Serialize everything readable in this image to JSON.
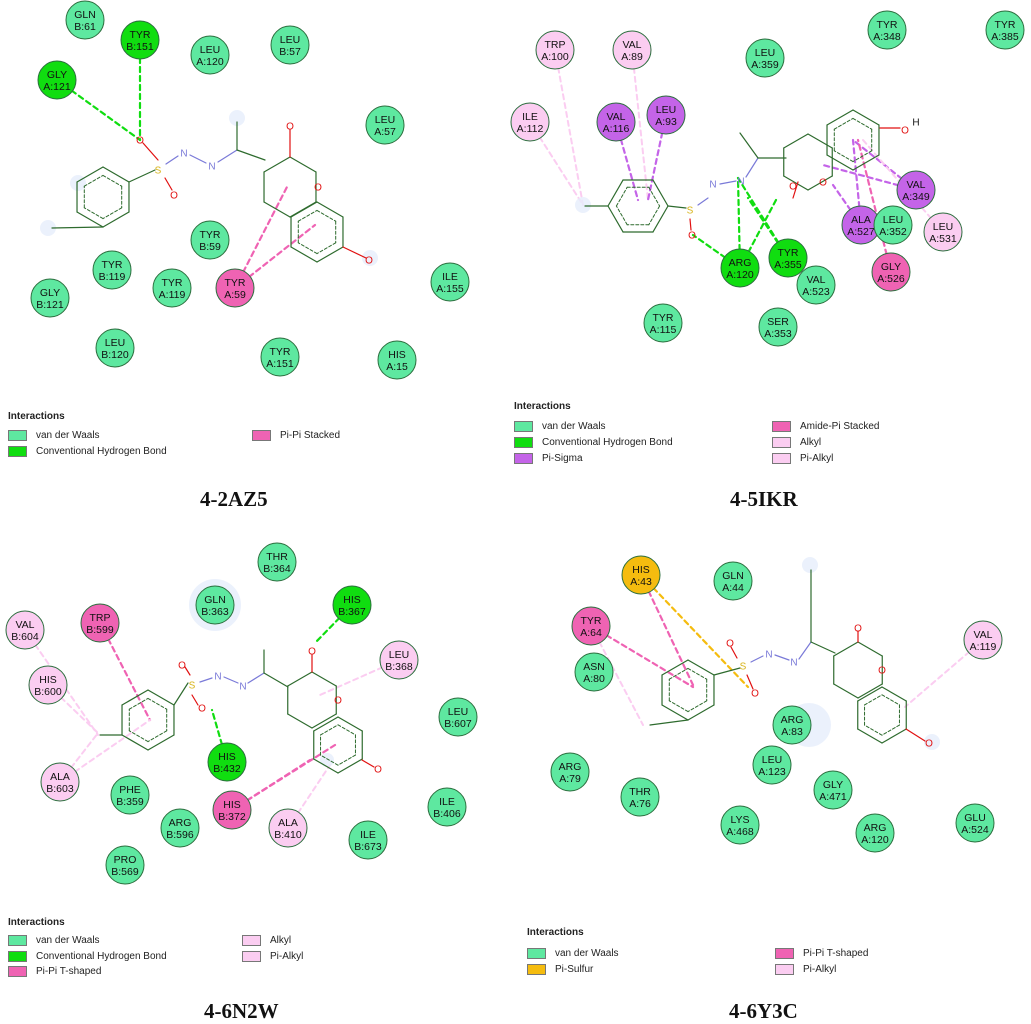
{
  "colors": {
    "vdw": "#5ee8a0",
    "hbond": "#10dd10",
    "pipi_stacked": "#ef63b3",
    "amide_pi": "#ef63b3",
    "pi_sigma": "#c464e8",
    "alkyl": "#fbcdf1",
    "pi_alkyl": "#fbcdf1",
    "pi_sulfur": "#f5bc0f",
    "pi_t": "#ef63b3",
    "bond": "#2e6b2e",
    "sulfur": "#d8b41a",
    "oxygen": "#e11010",
    "nitrogen": "#7a7ad8"
  },
  "panels": [
    {
      "id": "2az5",
      "caption": "4-2AZ5",
      "legend_title": "Interactions",
      "legend": [
        {
          "label": "van der Waals",
          "type": "vdw"
        },
        {
          "label": "Conventional Hydrogen Bond",
          "type": "hbond"
        },
        {
          "label": "Pi-Pi Stacked",
          "type": "pipi_stacked"
        }
      ],
      "residues": [
        {
          "l1": "GLN",
          "l2": "B:61",
          "type": "vdw"
        },
        {
          "l1": "TYR",
          "l2": "B:151",
          "type": "hbond"
        },
        {
          "l1": "GLY",
          "l2": "A:121",
          "type": "hbond"
        },
        {
          "l1": "LEU",
          "l2": "A:120",
          "type": "vdw"
        },
        {
          "l1": "LEU",
          "l2": "B:57",
          "type": "vdw"
        },
        {
          "l1": "LEU",
          "l2": "A:57",
          "type": "vdw"
        },
        {
          "l1": "TYR",
          "l2": "B:59",
          "type": "vdw"
        },
        {
          "l1": "TYR",
          "l2": "B:119",
          "type": "vdw"
        },
        {
          "l1": "TYR",
          "l2": "A:119",
          "type": "vdw"
        },
        {
          "l1": "TYR",
          "l2": "A:59",
          "type": "pipi_stacked"
        },
        {
          "l1": "GLY",
          "l2": "B:121",
          "type": "vdw"
        },
        {
          "l1": "ILE",
          "l2": "A:155",
          "type": "vdw"
        },
        {
          "l1": "LEU",
          "l2": "B:120",
          "type": "vdw"
        },
        {
          "l1": "TYR",
          "l2": "A:151",
          "type": "vdw"
        },
        {
          "l1": "HIS",
          "l2": "A:15",
          "type": "vdw"
        }
      ]
    },
    {
      "id": "5ikr",
      "caption": "4-5IKR",
      "legend_title": "Interactions",
      "legend": [
        {
          "label": "van der Waals",
          "type": "vdw"
        },
        {
          "label": "Conventional Hydrogen Bond",
          "type": "hbond"
        },
        {
          "label": "Pi-Sigma",
          "type": "pi_sigma"
        },
        {
          "label": "Amide-Pi Stacked",
          "type": "amide_pi"
        },
        {
          "label": "Alkyl",
          "type": "alkyl"
        },
        {
          "label": "Pi-Alkyl",
          "type": "pi_alkyl"
        }
      ],
      "residues": [
        {
          "l1": "TRP",
          "l2": "A:100",
          "type": "alkyl"
        },
        {
          "l1": "VAL",
          "l2": "A:89",
          "type": "alkyl"
        },
        {
          "l1": "LEU",
          "l2": "A:359",
          "type": "vdw"
        },
        {
          "l1": "TYR",
          "l2": "A:348",
          "type": "vdw"
        },
        {
          "l1": "TYR",
          "l2": "A:385",
          "type": "vdw"
        },
        {
          "l1": "ILE",
          "l2": "A:112",
          "type": "alkyl"
        },
        {
          "l1": "VAL",
          "l2": "A:116",
          "type": "pi_sigma"
        },
        {
          "l1": "LEU",
          "l2": "A:93",
          "type": "pi_sigma"
        },
        {
          "l1": "VAL",
          "l2": "A:349",
          "type": "pi_sigma"
        },
        {
          "l1": "ALA",
          "l2": "A:527",
          "type": "pi_sigma"
        },
        {
          "l1": "LEU",
          "l2": "A:352",
          "type": "vdw"
        },
        {
          "l1": "LEU",
          "l2": "A:531",
          "type": "alkyl"
        },
        {
          "l1": "ARG",
          "l2": "A:120",
          "type": "hbond"
        },
        {
          "l1": "TYR",
          "l2": "A:355",
          "type": "hbond"
        },
        {
          "l1": "VAL",
          "l2": "A:523",
          "type": "vdw"
        },
        {
          "l1": "GLY",
          "l2": "A:526",
          "type": "amide_pi"
        },
        {
          "l1": "TYR",
          "l2": "A:115",
          "type": "vdw"
        },
        {
          "l1": "SER",
          "l2": "A:353",
          "type": "vdw"
        }
      ]
    },
    {
      "id": "6n2w",
      "caption": "4-6N2W",
      "legend_title": "Interactions",
      "legend": [
        {
          "label": "van der Waals",
          "type": "vdw"
        },
        {
          "label": "Conventional Hydrogen Bond",
          "type": "hbond"
        },
        {
          "label": "Pi-Pi T-shaped",
          "type": "pi_t"
        },
        {
          "label": "Alkyl",
          "type": "alkyl"
        },
        {
          "label": "Pi-Alkyl",
          "type": "pi_alkyl"
        }
      ],
      "residues": [
        {
          "l1": "THR",
          "l2": "B:364",
          "type": "vdw"
        },
        {
          "l1": "GLN",
          "l2": "B:363",
          "type": "vdw"
        },
        {
          "l1": "HIS",
          "l2": "B:367",
          "type": "hbond"
        },
        {
          "l1": "VAL",
          "l2": "B:604",
          "type": "alkyl"
        },
        {
          "l1": "TRP",
          "l2": "B:599",
          "type": "pi_t"
        },
        {
          "l1": "LEU",
          "l2": "B:368",
          "type": "alkyl"
        },
        {
          "l1": "HIS",
          "l2": "B:600",
          "type": "alkyl"
        },
        {
          "l1": "LEU",
          "l2": "B:607",
          "type": "vdw"
        },
        {
          "l1": "HIS",
          "l2": "B:432",
          "type": "hbond"
        },
        {
          "l1": "ALA",
          "l2": "B:603",
          "type": "alkyl"
        },
        {
          "l1": "PHE",
          "l2": "B:359",
          "type": "vdw"
        },
        {
          "l1": "HIS",
          "l2": "B:372",
          "type": "pi_t"
        },
        {
          "l1": "ILE",
          "l2": "B:406",
          "type": "vdw"
        },
        {
          "l1": "ARG",
          "l2": "B:596",
          "type": "vdw"
        },
        {
          "l1": "ALA",
          "l2": "B:410",
          "type": "alkyl"
        },
        {
          "l1": "ILE",
          "l2": "B:673",
          "type": "vdw"
        },
        {
          "l1": "PRO",
          "l2": "B:569",
          "type": "vdw"
        }
      ]
    },
    {
      "id": "6y3c",
      "caption": "4-6Y3C",
      "legend_title": "Interactions",
      "legend": [
        {
          "label": "van der Waals",
          "type": "vdw"
        },
        {
          "label": "Pi-Sulfur",
          "type": "pi_sulfur"
        },
        {
          "label": "Pi-Pi T-shaped",
          "type": "pi_t"
        },
        {
          "label": "Pi-Alkyl",
          "type": "pi_alkyl"
        }
      ],
      "residues": [
        {
          "l1": "HIS",
          "l2": "A:43",
          "type": "pi_sulfur"
        },
        {
          "l1": "GLN",
          "l2": "A:44",
          "type": "vdw"
        },
        {
          "l1": "TYR",
          "l2": "A:64",
          "type": "pi_t"
        },
        {
          "l1": "VAL",
          "l2": "A:119",
          "type": "pi_alkyl"
        },
        {
          "l1": "ASN",
          "l2": "A:80",
          "type": "vdw"
        },
        {
          "l1": "ARG",
          "l2": "A:83",
          "type": "vdw"
        },
        {
          "l1": "ARG",
          "l2": "A:79",
          "type": "vdw"
        },
        {
          "l1": "LEU",
          "l2": "A:123",
          "type": "vdw"
        },
        {
          "l1": "THR",
          "l2": "A:76",
          "type": "vdw"
        },
        {
          "l1": "GLY",
          "l2": "A:471",
          "type": "vdw"
        },
        {
          "l1": "LYS",
          "l2": "A:468",
          "type": "vdw"
        },
        {
          "l1": "ARG",
          "l2": "A:120",
          "type": "vdw"
        },
        {
          "l1": "GLU",
          "l2": "A:524",
          "type": "vdw"
        }
      ]
    }
  ]
}
